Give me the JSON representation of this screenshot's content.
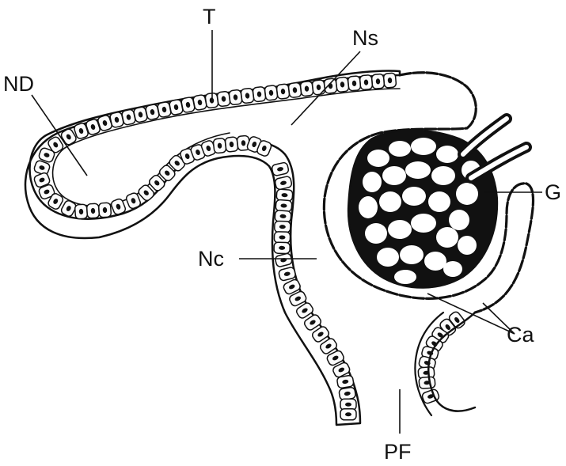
{
  "labels": {
    "t": "T",
    "ns": "Ns",
    "nd": "ND",
    "g": "G",
    "nc": "Nc",
    "ca": "Ca",
    "pf": "PF"
  },
  "colors": {
    "ink": "#111111",
    "paper": "#ffffff",
    "cell_fill": "#fbfbfb"
  }
}
